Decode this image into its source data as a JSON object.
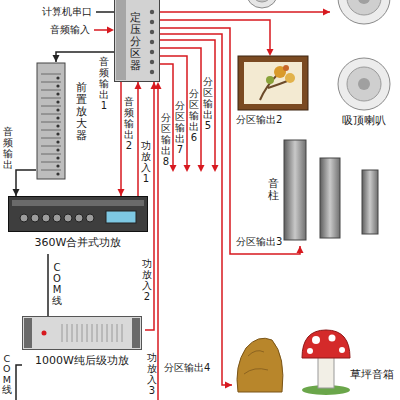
{
  "diagram": {
    "nodes": [
      {
        "text": [
          "定压分区器"
        ]
      },
      {
        "text": [
          "前置放大器"
        ]
      },
      {
        "text": [
          "360W合并式功放"
        ]
      },
      {
        "text": [
          "1000W纯后级功放"
        ]
      },
      {
        "text": [
          "吸顶喇叭"
        ]
      },
      {
        "text": [
          "音柱"
        ]
      },
      {
        "text": [
          "草坪音箱"
        ]
      }
    ],
    "edges": [
      {
        "from": 0,
        "to": 1,
        "arrow": "to",
        "label": "音频输出1"
      },
      {
        "from": 0,
        "to": 2,
        "arrow": "to",
        "label": "音频输出2"
      },
      {
        "from": 1,
        "to": 2,
        "arrow": "to",
        "label": "音频输出"
      },
      {
        "from": 2,
        "to": 0,
        "arrow": "to",
        "label": "功放入1"
      },
      {
        "from": 3,
        "to": 0,
        "arrow": "to",
        "label": "功放入2"
      },
      {
        "from": 2,
        "to": 3,
        "arrow": "none",
        "label": "COM线"
      },
      {
        "from": 0,
        "to": 4,
        "arrow": "to"
      },
      {
        "from": 0,
        "to": 5,
        "arrow": "to",
        "label": "分区输出3"
      },
      {
        "from": 0,
        "to": 6,
        "arrow": "to",
        "label": "分区输出4"
      }
    ],
    "labels": [
      "计算机串口",
      "音频输入",
      "功放入3",
      "分区输出5",
      "分区输出6",
      "分区输出7",
      "分区输出8",
      "分区输出2",
      "COM线"
    ]
  }
}
